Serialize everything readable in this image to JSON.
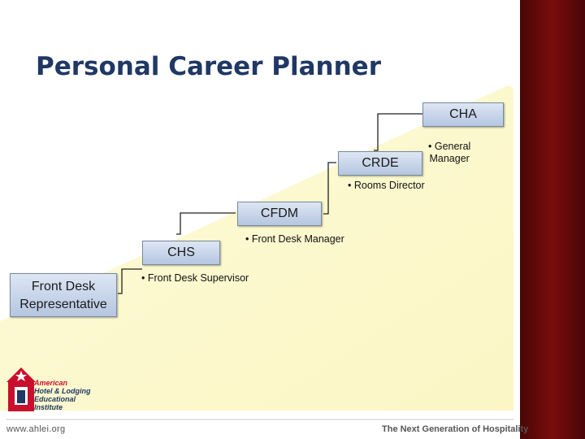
{
  "title": "Personal Career Planner",
  "steps": [
    {
      "box": "Front Desk Representative",
      "bullets": []
    },
    {
      "box": "CHS",
      "bullets": [
        "• Front Desk Supervisor"
      ]
    },
    {
      "box": "CFDM",
      "bullets": [
        "• Front Desk Manager"
      ]
    },
    {
      "box": "CRDE",
      "bullets": [
        "• Rooms Director"
      ]
    },
    {
      "box": "CHA",
      "bullets": [
        "• General",
        "Manager"
      ]
    }
  ],
  "logo": {
    "lines": [
      "American",
      "Hotel & Lodging",
      "Educational Institute"
    ]
  },
  "footer": {
    "url": "www.ahlei.org",
    "tagline": "The Next Generation of Hospitality"
  },
  "colors": {
    "title": "#1f3864",
    "box_fill_top": "#dde6f4",
    "box_fill_bottom": "#b5c6e0",
    "background_wedge": "#fdfbd9",
    "sidebar": "#6b0a0a",
    "logo_red": "#c8102e",
    "logo_blue": "#1f3864"
  }
}
